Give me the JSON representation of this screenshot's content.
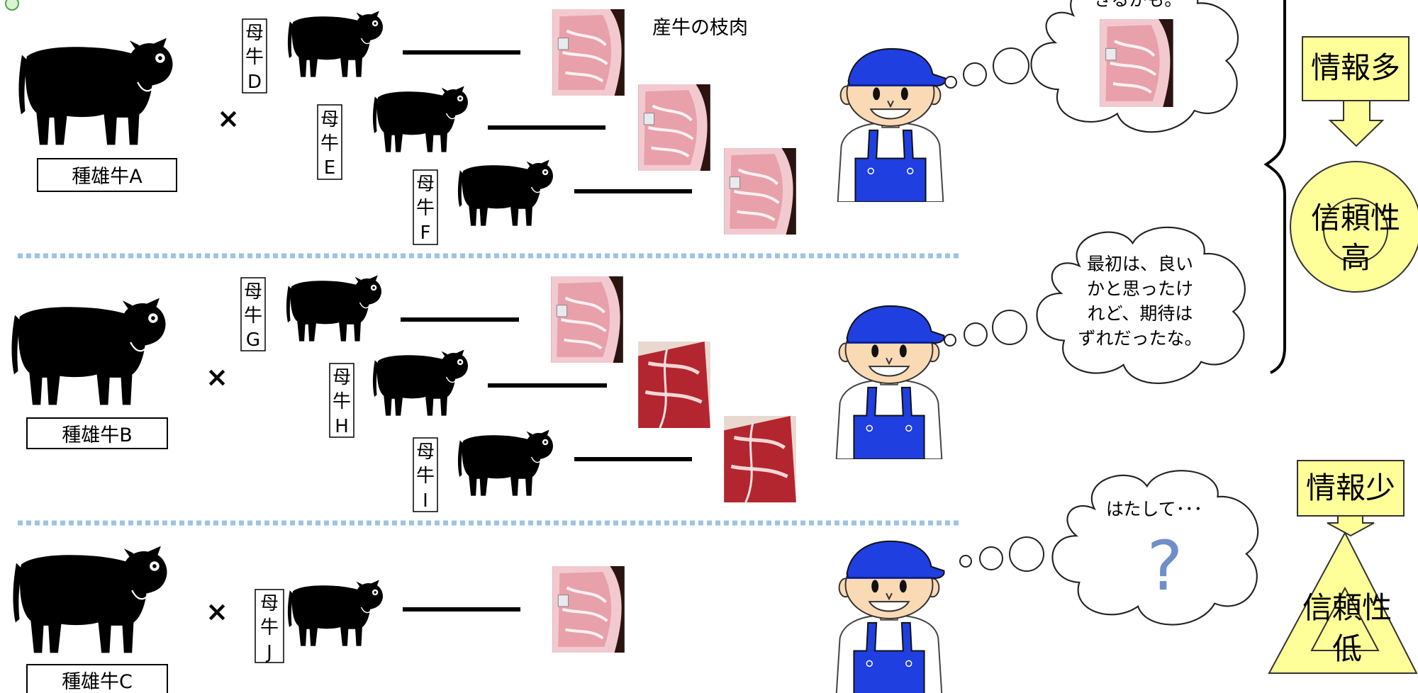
{
  "sires": [
    {
      "label": "種雄牛A"
    },
    {
      "label": "種雄牛B"
    },
    {
      "label": "種雄牛C"
    }
  ],
  "cross_symbol": "×",
  "dams": [
    {
      "chars": [
        "母",
        "牛",
        "D"
      ]
    },
    {
      "chars": [
        "母",
        "牛",
        "E"
      ]
    },
    {
      "chars": [
        "母",
        "牛",
        "F"
      ]
    },
    {
      "chars": [
        "母",
        "牛",
        "G"
      ]
    },
    {
      "chars": [
        "母",
        "牛",
        "H"
      ]
    },
    {
      "chars": [
        "母",
        "牛",
        "I"
      ]
    },
    {
      "chars": [
        "母",
        "牛",
        "J"
      ]
    }
  ],
  "carcass_label": "産牛の枝肉",
  "bubbles": [
    {
      "lines": [
        "きるかも。"
      ]
    },
    {
      "lines": [
        "最初は、良い",
        "かと思ったけ",
        "れど、期待は",
        "ずれだったな。"
      ]
    },
    {
      "lines": [
        "はたして･･･"
      ],
      "mark": "?"
    }
  ],
  "info_high": {
    "label": "情報多",
    "result_lines": [
      "信頼性",
      "高"
    ]
  },
  "info_low": {
    "label": "情報少",
    "result_lines": [
      "信頼性",
      "低"
    ]
  },
  "colors": {
    "info_box": "#FFFF99",
    "info_circle": "#FFFF99",
    "divider": "#9DC3E6",
    "farmer_cap": "#1F3FE0",
    "question_mark": "#6F8FC8"
  }
}
